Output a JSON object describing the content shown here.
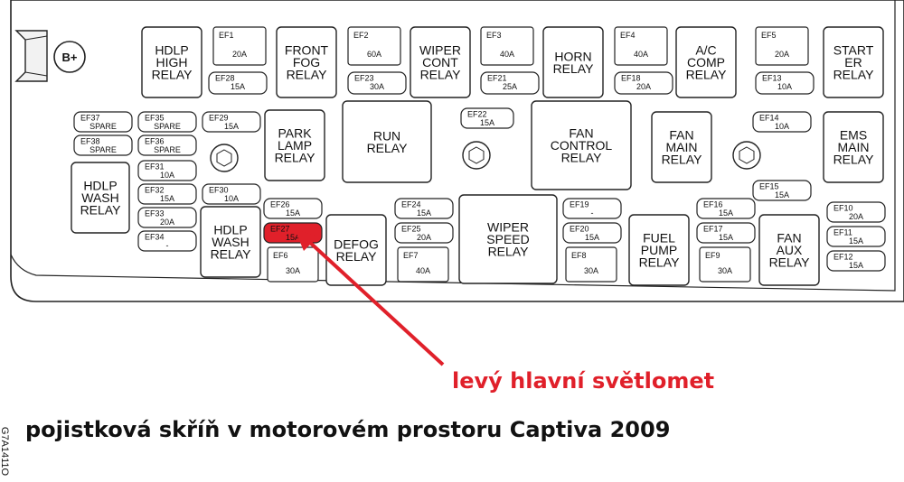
{
  "terminal_label": "B+",
  "relays": [
    {
      "name": "hdlp-high-relay",
      "lines": [
        "HDLP",
        "HIGH",
        "RELAY"
      ]
    },
    {
      "name": "front-fog-relay",
      "lines": [
        "FRONT",
        "FOG",
        "RELAY"
      ]
    },
    {
      "name": "wiper-cont-relay",
      "lines": [
        "WIPER",
        "CONT",
        "RELAY"
      ]
    },
    {
      "name": "horn-relay",
      "lines": [
        "HORN",
        "RELAY"
      ]
    },
    {
      "name": "ac-comp-relay",
      "lines": [
        "A/C",
        "COMP",
        "RELAY"
      ]
    },
    {
      "name": "starter-relay",
      "lines": [
        "START",
        "ER",
        "RELAY"
      ]
    },
    {
      "name": "park-lamp-relay",
      "lines": [
        "PARK",
        "LAMP",
        "RELAY"
      ]
    },
    {
      "name": "run-relay",
      "lines": [
        "RUN",
        "RELAY"
      ]
    },
    {
      "name": "fan-control-relay",
      "lines": [
        "FAN",
        "CONTROL",
        "RELAY"
      ]
    },
    {
      "name": "fan-main-relay",
      "lines": [
        "FAN",
        "MAIN",
        "RELAY"
      ]
    },
    {
      "name": "ems-main-relay",
      "lines": [
        "EMS",
        "MAIN",
        "RELAY"
      ]
    },
    {
      "name": "hdlp-wash-relay-left",
      "lines": [
        "HDLP",
        "WASH",
        "RELAY"
      ]
    },
    {
      "name": "hdlp-wash-relay",
      "lines": [
        "HDLP",
        "WASH",
        "RELAY"
      ]
    },
    {
      "name": "defog-relay",
      "lines": [
        "DEFOG",
        "RELAY"
      ]
    },
    {
      "name": "wiper-speed-relay",
      "lines": [
        "WIPER",
        "SPEED",
        "RELAY"
      ]
    },
    {
      "name": "fuel-pump-relay",
      "lines": [
        "FUEL",
        "PUMP",
        "RELAY"
      ]
    },
    {
      "name": "fan-aux-relay",
      "lines": [
        "FAN",
        "AUX",
        "RELAY"
      ]
    }
  ],
  "fuses": [
    {
      "id": "EF1",
      "rating": "20A"
    },
    {
      "id": "EF28",
      "rating": "15A"
    },
    {
      "id": "EF2",
      "rating": "60A"
    },
    {
      "id": "EF23",
      "rating": "30A"
    },
    {
      "id": "EF3",
      "rating": "40A"
    },
    {
      "id": "EF21",
      "rating": "25A"
    },
    {
      "id": "EF4",
      "rating": "40A"
    },
    {
      "id": "EF18",
      "rating": "20A"
    },
    {
      "id": "EF5",
      "rating": "20A"
    },
    {
      "id": "EF13",
      "rating": "10A"
    },
    {
      "id": "EF37",
      "rating": "SPARE"
    },
    {
      "id": "EF35",
      "rating": "SPARE"
    },
    {
      "id": "EF38",
      "rating": "SPARE"
    },
    {
      "id": "EF36",
      "rating": "SPARE"
    },
    {
      "id": "EF29",
      "rating": "15A"
    },
    {
      "id": "EF22",
      "rating": "15A"
    },
    {
      "id": "EF14",
      "rating": "10A"
    },
    {
      "id": "EF31",
      "rating": "10A"
    },
    {
      "id": "EF32",
      "rating": "15A"
    },
    {
      "id": "EF30",
      "rating": "10A"
    },
    {
      "id": "EF33",
      "rating": "20A"
    },
    {
      "id": "EF34",
      "rating": "-"
    },
    {
      "id": "EF15",
      "rating": "15A"
    },
    {
      "id": "EF26",
      "rating": "15A"
    },
    {
      "id": "EF27",
      "rating": "15A"
    },
    {
      "id": "EF6",
      "rating": "30A"
    },
    {
      "id": "EF24",
      "rating": "15A"
    },
    {
      "id": "EF25",
      "rating": "20A"
    },
    {
      "id": "EF7",
      "rating": "40A"
    },
    {
      "id": "EF19",
      "rating": "-"
    },
    {
      "id": "EF20",
      "rating": "15A"
    },
    {
      "id": "EF8",
      "rating": "30A"
    },
    {
      "id": "EF16",
      "rating": "15A"
    },
    {
      "id": "EF17",
      "rating": "15A"
    },
    {
      "id": "EF9",
      "rating": "30A"
    },
    {
      "id": "EF10",
      "rating": "20A"
    },
    {
      "id": "EF11",
      "rating": "15A"
    },
    {
      "id": "EF12",
      "rating": "15A"
    }
  ],
  "highlighted_fuse": "EF27",
  "highlight_color": "#e0202a",
  "annotation": "levý hlavní světlomet",
  "caption": "pojistková skříň v motorovém prostoru Captiva 2009",
  "figure_code": "G7A1411O"
}
